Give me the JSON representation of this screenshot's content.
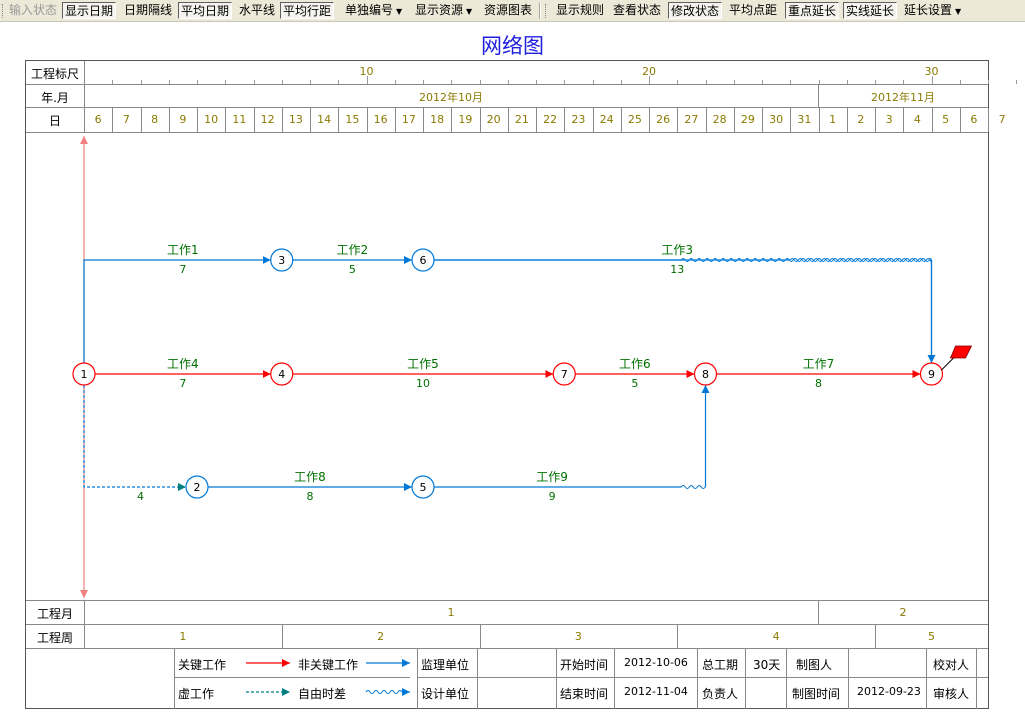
{
  "toolbar": {
    "items": [
      {
        "label": "输入状态",
        "state": "disabled"
      },
      {
        "label": "显示日期",
        "state": "pressed"
      },
      {
        "label": "日期隔线",
        "state": "normal"
      },
      {
        "label": "平均日期",
        "state": "pressed"
      },
      {
        "label": "水平线",
        "state": "normal"
      },
      {
        "label": "平均行距",
        "state": "pressed"
      },
      {
        "label": "单独编号",
        "state": "dropdown"
      },
      {
        "label": "显示资源",
        "state": "dropdown"
      },
      {
        "label": "资源图表",
        "state": "normal"
      },
      {
        "label": "显示规则",
        "state": "normal"
      },
      {
        "label": "查看状态",
        "state": "normal"
      },
      {
        "label": "修改状态",
        "state": "pressed"
      },
      {
        "label": "平均点距",
        "state": "normal"
      },
      {
        "label": "重点延长",
        "state": "pressed"
      },
      {
        "label": "实线延长",
        "state": "pressed"
      },
      {
        "label": "延长设置",
        "state": "dropdown"
      }
    ]
  },
  "title": "网络图",
  "header": {
    "scale_label": "工程标尺",
    "scale_ticks": [
      "10",
      "20",
      "30"
    ],
    "month_label": "年.月",
    "months": [
      "2012年10月",
      "2012年11月"
    ],
    "day_label": "日",
    "days": [
      "6",
      "7",
      "8",
      "9",
      "10",
      "11",
      "12",
      "13",
      "14",
      "15",
      "16",
      "17",
      "18",
      "19",
      "20",
      "21",
      "22",
      "23",
      "24",
      "25",
      "26",
      "27",
      "28",
      "29",
      "30",
      "31",
      "1",
      "2",
      "3",
      "4",
      "5",
      "6",
      "7"
    ]
  },
  "footer": {
    "project_month_label": "工程月",
    "project_months": [
      "1",
      "2"
    ],
    "project_week_label": "工程周",
    "project_weeks": [
      "1",
      "2",
      "3",
      "4",
      "5"
    ]
  },
  "network": {
    "nodes": [
      {
        "id": "1",
        "critical": true
      },
      {
        "id": "2",
        "critical": false
      },
      {
        "id": "3",
        "critical": false
      },
      {
        "id": "4",
        "critical": true
      },
      {
        "id": "5",
        "critical": false
      },
      {
        "id": "6",
        "critical": false
      },
      {
        "id": "7",
        "critical": true
      },
      {
        "id": "8",
        "critical": true
      },
      {
        "id": "9",
        "critical": true
      }
    ],
    "activities": [
      {
        "name": "工作1",
        "duration": "7",
        "from": "1",
        "to": "3",
        "critical": false
      },
      {
        "name": "工作2",
        "duration": "5",
        "from": "3",
        "to": "6",
        "critical": false
      },
      {
        "name": "工作3",
        "duration": "13",
        "from": "6",
        "to": "9",
        "critical": false
      },
      {
        "name": "工作4",
        "duration": "7",
        "from": "1",
        "to": "4",
        "critical": true
      },
      {
        "name": "工作5",
        "duration": "10",
        "from": "4",
        "to": "7",
        "critical": true
      },
      {
        "name": "工作6",
        "duration": "5",
        "from": "7",
        "to": "8",
        "critical": true
      },
      {
        "name": "工作7",
        "duration": "8",
        "from": "8",
        "to": "9",
        "critical": true
      },
      {
        "name": "工作8",
        "duration": "8",
        "from": "2",
        "to": "5",
        "critical": false
      },
      {
        "name": "工作9",
        "duration": "9",
        "from": "5",
        "to": "8",
        "critical": false
      }
    ],
    "dummy": {
      "duration": "4",
      "from": "1",
      "to": "2"
    }
  },
  "legend": {
    "critical": "关键工作",
    "noncritical": "非关键工作",
    "dummy": "虚工作",
    "free_float": "自由时差"
  },
  "info": {
    "supervisor_label": "监理单位",
    "supervisor_value": "",
    "design_label": "设计单位",
    "design_value": "",
    "start_label": "开始时间",
    "start_value": "2012-10-06",
    "end_label": "结束时间",
    "end_value": "2012-11-04",
    "total_label": "总工期",
    "total_value": "30天",
    "manager_label": "负责人",
    "manager_value": "",
    "drafter_label": "制图人",
    "drafter_value": "",
    "draw_time_label": "制图时间",
    "draw_time_value": "2012-09-23",
    "proof_label": "校对人",
    "proof_value": "",
    "review_label": "审核人",
    "review_value": ""
  },
  "colors": {
    "critical": "#ff0000",
    "noncritical": "#0078d7",
    "dummy": "#008080",
    "title": "#2020e0",
    "scale": "#8a7a00",
    "activity_text": "#007000"
  }
}
